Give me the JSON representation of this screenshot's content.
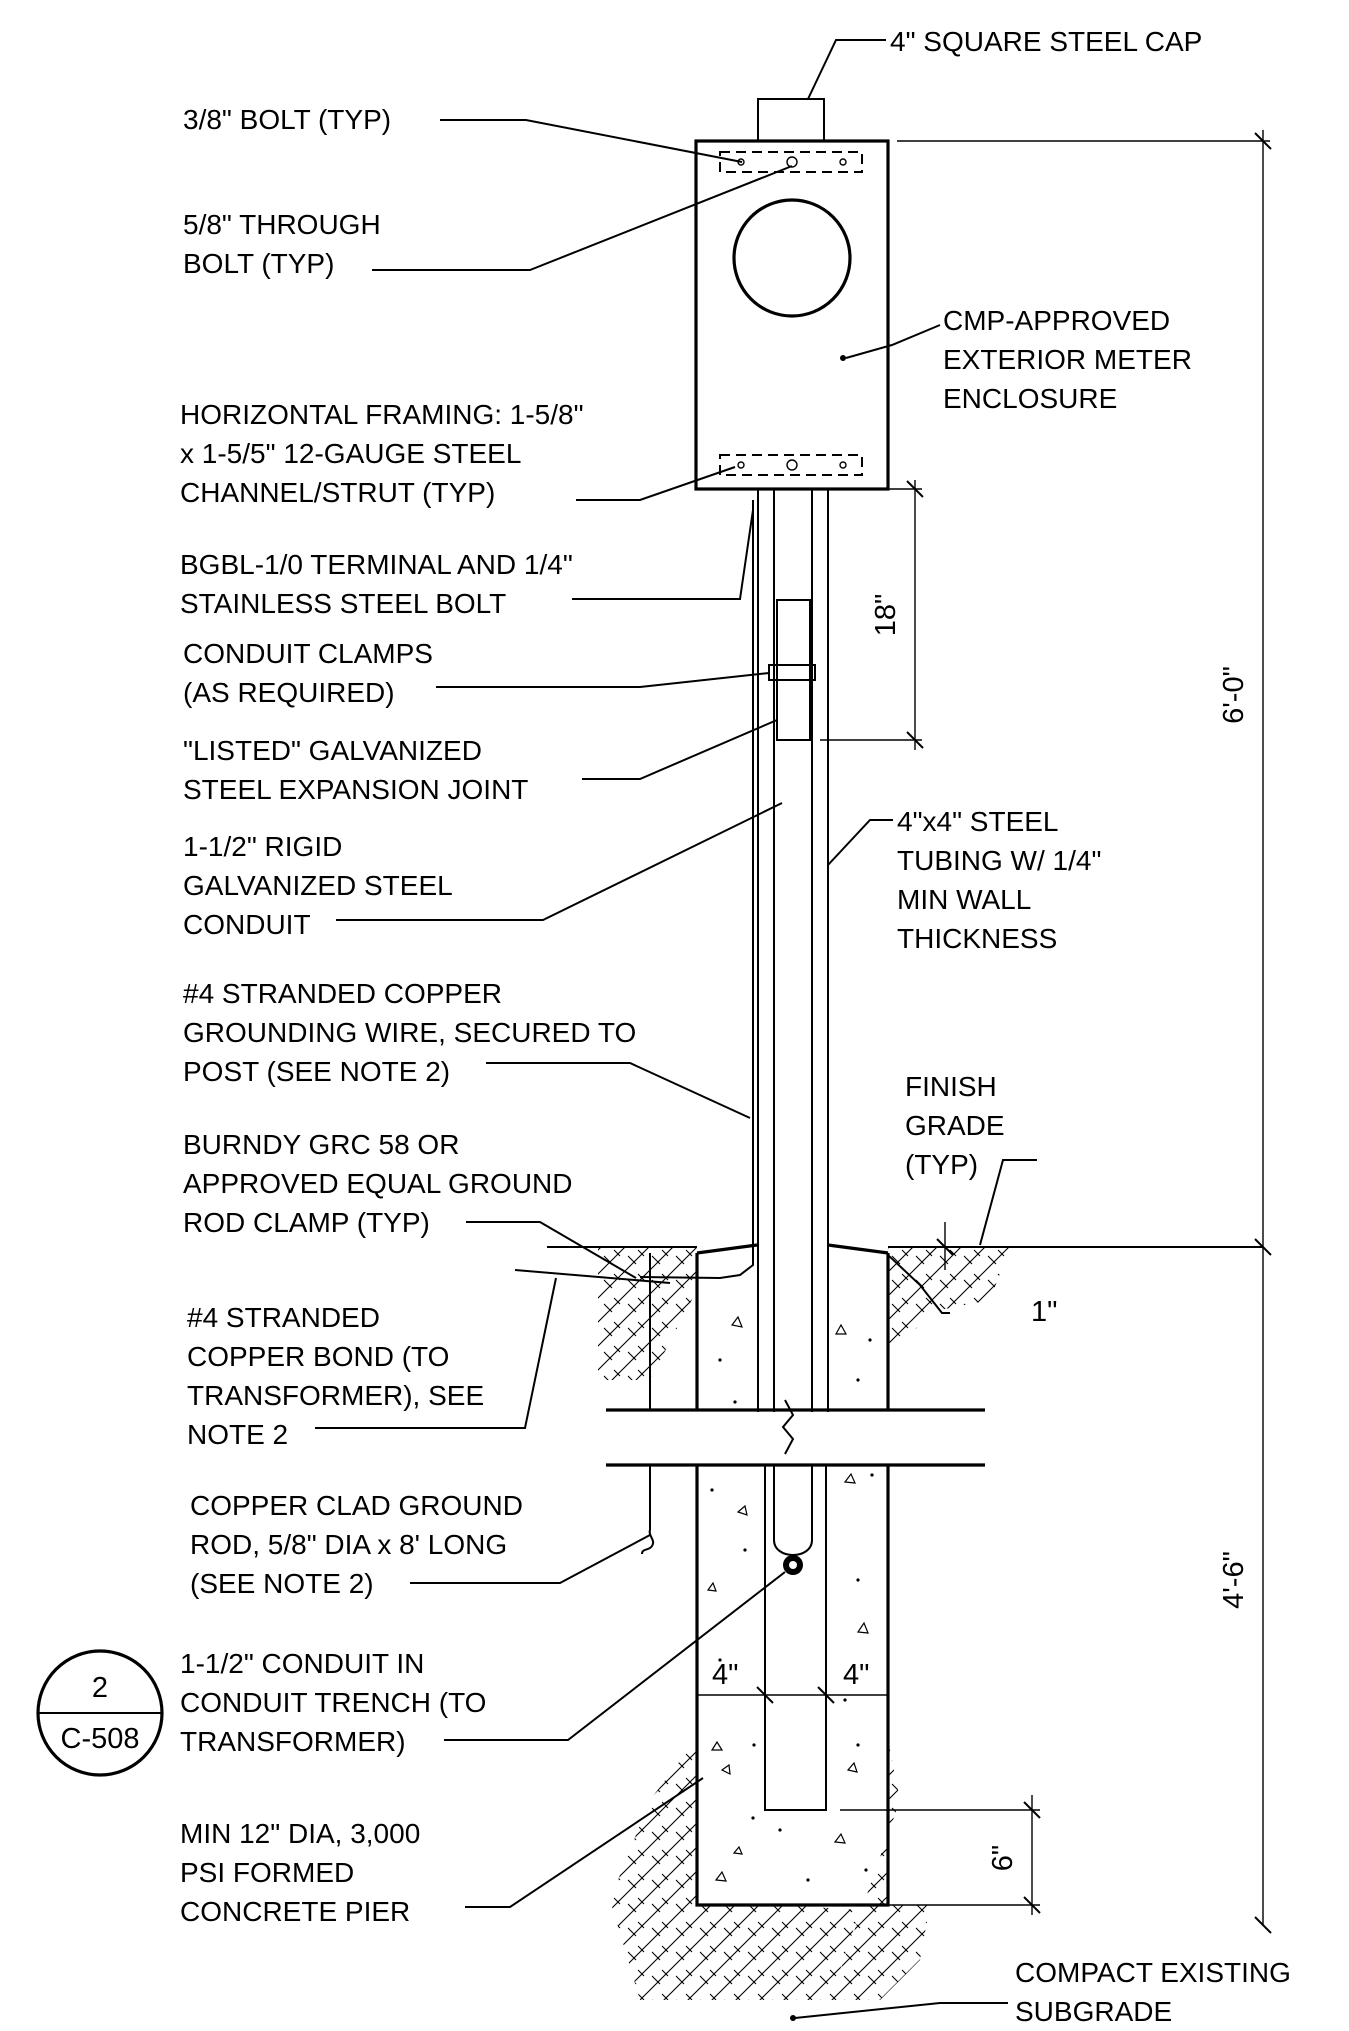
{
  "labels": {
    "cap": "4\" SQUARE STEEL CAP",
    "bolt38": "3/8\" BOLT (TYP)",
    "through1": "5/8\" THROUGH",
    "through2": "BOLT (TYP)",
    "meter1": "CMP-APPROVED",
    "meter2": "EXTERIOR METER",
    "meter3": "ENCLOSURE",
    "framing1": "HORIZONTAL FRAMING: 1-5/8\"",
    "framing2": "x 1-5/5\" 12-GAUGE STEEL",
    "framing3": "CHANNEL/STRUT (TYP)",
    "bgbl1": "BGBL-1/0 TERMINAL AND 1/4\"",
    "bgbl2": "STAINLESS STEEL BOLT",
    "clamps1": "CONDUIT CLAMPS",
    "clamps2": "(AS REQUIRED)",
    "joint1": "\"LISTED\" GALVANIZED",
    "joint2": "STEEL EXPANSION JOINT",
    "rigid1": "1-1/2\" RIGID",
    "rigid2": "GALVANIZED STEEL",
    "rigid3": "CONDUIT",
    "tubing1": "4\"x4\" STEEL",
    "tubing2": "TUBING W/ 1/4\"",
    "tubing3": "MIN WALL",
    "tubing4": "THICKNESS",
    "wire1": "#4 STRANDED COPPER",
    "wire2": "GROUNDING WIRE, SECURED TO",
    "wire3": "POST (SEE NOTE 2)",
    "grade1": "FINISH",
    "grade2": "GRADE",
    "grade3": "(TYP)",
    "burndy1": "BURNDY GRC 58 OR",
    "burndy2": "APPROVED EQUAL GROUND",
    "burndy3": "ROD CLAMP (TYP)",
    "bond1": "#4 STRANDED",
    "bond2": "COPPER BOND (TO",
    "bond3": "TRANSFORMER), SEE",
    "bond4": "NOTE 2",
    "rod1": "COPPER CLAD GROUND",
    "rod2": "ROD, 5/8\" DIA x 8' LONG",
    "rod3": "(SEE NOTE 2)",
    "trench1": "1-1/2\" CONDUIT IN",
    "trench2": "CONDUIT TRENCH (TO",
    "trench3": "TRANSFORMER)",
    "pier1": "MIN 12\" DIA, 3,000",
    "pier2": "PSI FORMED",
    "pier3": "CONCRETE PIER",
    "subgrade1": "COMPACT EXISTING",
    "subgrade2": "SUBGRADE"
  },
  "dimensions": {
    "d18": "18\"",
    "d60": "6'-0\"",
    "d1": "1\"",
    "d46": "4'-6\"",
    "d4a": "4\"",
    "d4b": "4\"",
    "d6": "6\""
  },
  "callout": {
    "number": "2",
    "sheet": "C-508"
  }
}
